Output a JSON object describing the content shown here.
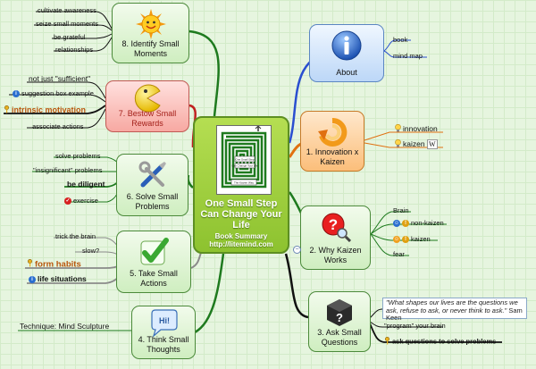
{
  "center": {
    "title": "One Small Step Can Change Your Life",
    "subtitle": "Book Summary",
    "url": "http://litemind.com",
    "book_cover_text": [
      "One Small Step",
      "Can Change Your Life",
      "The Kaizen Way"
    ]
  },
  "nodes": {
    "about": "About",
    "innovation": "1. Innovation x Kaizen",
    "why": "2. Why Kaizen Works",
    "questions": "3. Ask Small Questions",
    "thoughts": "4. Think Small Thoughts",
    "actions": "5. Take Small Actions",
    "problems": "6. Solve Small Problems",
    "rewards": "7. Bestow Small Rewards",
    "moments": "8. Identify Small Moments"
  },
  "leaves": {
    "about": [
      "book",
      "mind map"
    ],
    "innovation": [
      "innovation",
      "kaizen"
    ],
    "why": [
      "Brain",
      "non-kaizen",
      "kaizen",
      "fear"
    ],
    "questions": {
      "quote": "\"What shapes our lives are the questions we ask, refuse to ask, or never think to ask.\"",
      "quote_author": "Sam Keen",
      "items": [
        "\"program\" your brain",
        "ask questions to solve problems"
      ]
    },
    "thoughts": [
      "Technique: Mind Sculpture"
    ],
    "actions": [
      "trick the brain",
      "slow?",
      "form habits",
      "life situations"
    ],
    "problems": [
      "solve problems",
      "\"insignificant\" problems",
      "be diligent",
      "exercise"
    ],
    "rewards": [
      "not just \"sufficient\"",
      "suggestion box example",
      "intrinsic motivation",
      "associate actions"
    ],
    "moments": [
      "cultivate awareness",
      "seize small moments",
      "be grateful",
      "relationships"
    ]
  },
  "icons": {
    "about": "info-icon",
    "innovation": "spiral-arrow-icon",
    "why": "question-magnifier-icon",
    "questions": "question-cube-icon",
    "thoughts": "speech-bubble-icon",
    "actions": "checkmark-icon",
    "problems": "wrench-screwdriver-icon",
    "rewards": "pacman-icon",
    "moments": "smiling-sun-icon"
  },
  "colors": {
    "background": "#e6f5df",
    "center_fill": "#9fd23c",
    "branch_about": "#2a4fd0",
    "branch_innovation": "#e07010",
    "branch_questions": "#111111",
    "branch_green": "#1e7a1e",
    "branch_rewards": "#c02020",
    "branch_actions": "#8a8a8a"
  }
}
